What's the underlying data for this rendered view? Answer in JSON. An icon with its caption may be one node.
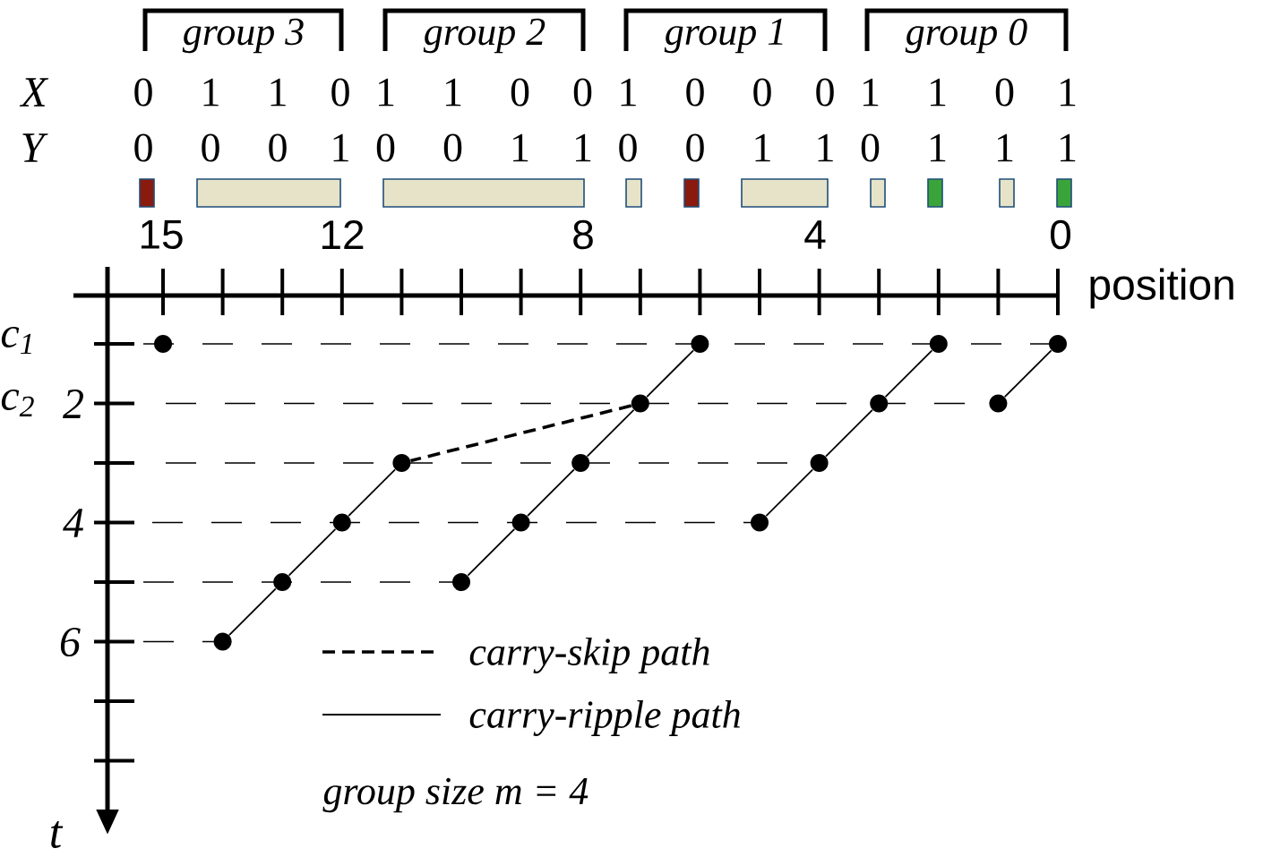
{
  "diagram": {
    "nodes": [
      {
        "text": [],
        "shape": "circle"
      },
      {
        "text": [],
        "shape": "circle"
      },
      {
        "text": [],
        "shape": "circle"
      },
      {
        "text": [],
        "shape": "circle"
      },
      {
        "text": [],
        "shape": "circle"
      },
      {
        "text": [],
        "shape": "circle"
      },
      {
        "text": [],
        "shape": "circle"
      },
      {
        "text": [],
        "shape": "circle"
      },
      {
        "text": [],
        "shape": "circle"
      },
      {
        "text": [],
        "shape": "circle"
      },
      {
        "text": [],
        "shape": "circle"
      },
      {
        "text": [],
        "shape": "circle"
      },
      {
        "text": [],
        "shape": "circle"
      },
      {
        "text": [],
        "shape": "circle"
      },
      {
        "text": [],
        "shape": "circle"
      },
      {
        "text": [],
        "shape": "circle"
      }
    ],
    "edges": [
      {
        "from": 1,
        "to": 4,
        "arrow": "none"
      },
      {
        "from": 4,
        "to": 8,
        "arrow": "none"
      },
      {
        "from": 8,
        "to": 11,
        "arrow": "none"
      },
      {
        "from": 11,
        "to": 14,
        "arrow": "none"
      },
      {
        "from": 2,
        "to": 5,
        "arrow": "none"
      },
      {
        "from": 5,
        "to": 9,
        "arrow": "none"
      },
      {
        "from": 9,
        "to": 12,
        "arrow": "none"
      },
      {
        "from": 3,
        "to": 6,
        "arrow": "none"
      },
      {
        "from": 4,
        "to": 7,
        "arrow": "none",
        "style": "dashed"
      },
      {
        "from": 7,
        "to": 10,
        "arrow": "none"
      },
      {
        "from": 10,
        "to": 13,
        "arrow": "none"
      },
      {
        "from": 13,
        "to": 15,
        "arrow": "none"
      }
    ],
    "labels": [
      "group 3",
      "group 2",
      "group 1",
      "group 0",
      "X",
      "0",
      "1",
      "1",
      "0",
      "1",
      "1",
      "0",
      "0",
      "1",
      "0",
      "0",
      "0",
      "1",
      "1",
      "0",
      "1",
      "Y",
      "0",
      "0",
      "0",
      "1",
      "0",
      "0",
      "1",
      "1",
      "0",
      "0",
      "1",
      "1",
      "0",
      "1",
      "1",
      "1",
      "15",
      "12",
      "8",
      "4",
      "0",
      "position",
      "c$_{1}$",
      "c$_{2}$",
      "2",
      "4",
      "6",
      "t",
      "group size m = 4"
    ],
    "legend": [
      {
        "text": "carry-skip path"
      },
      {
        "text": "carry-ripple path"
      }
    ]
  }
}
